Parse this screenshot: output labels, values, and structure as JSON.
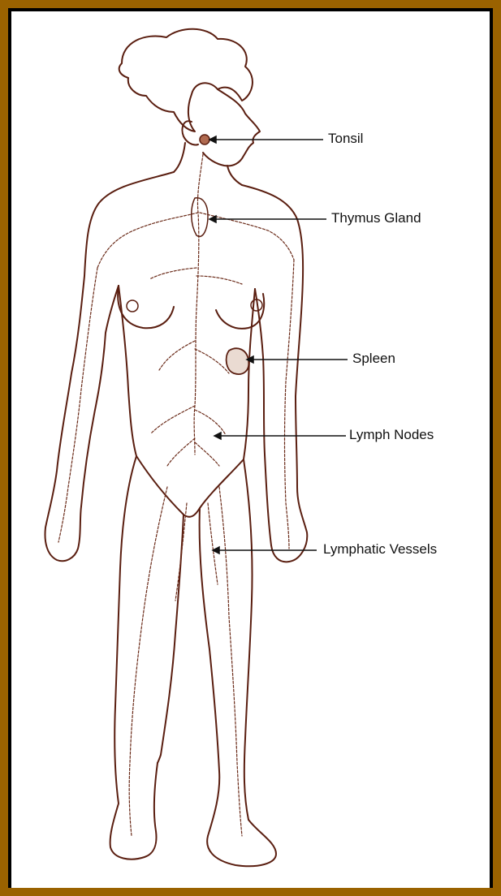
{
  "labels": {
    "tonsil": "Tonsil",
    "thymus": "Thymus Gland",
    "spleen": "Spleen",
    "lymph_nodes": "Lymph Nodes",
    "lymphatic_vessels": "Lymphatic Vessels"
  },
  "colors": {
    "frame_outer": "#9a6200",
    "frame_inner": "#000000",
    "background": "#ffffff",
    "outline": "#5a1e10",
    "vessel": "#6a2a18",
    "pointer": "#111111"
  }
}
